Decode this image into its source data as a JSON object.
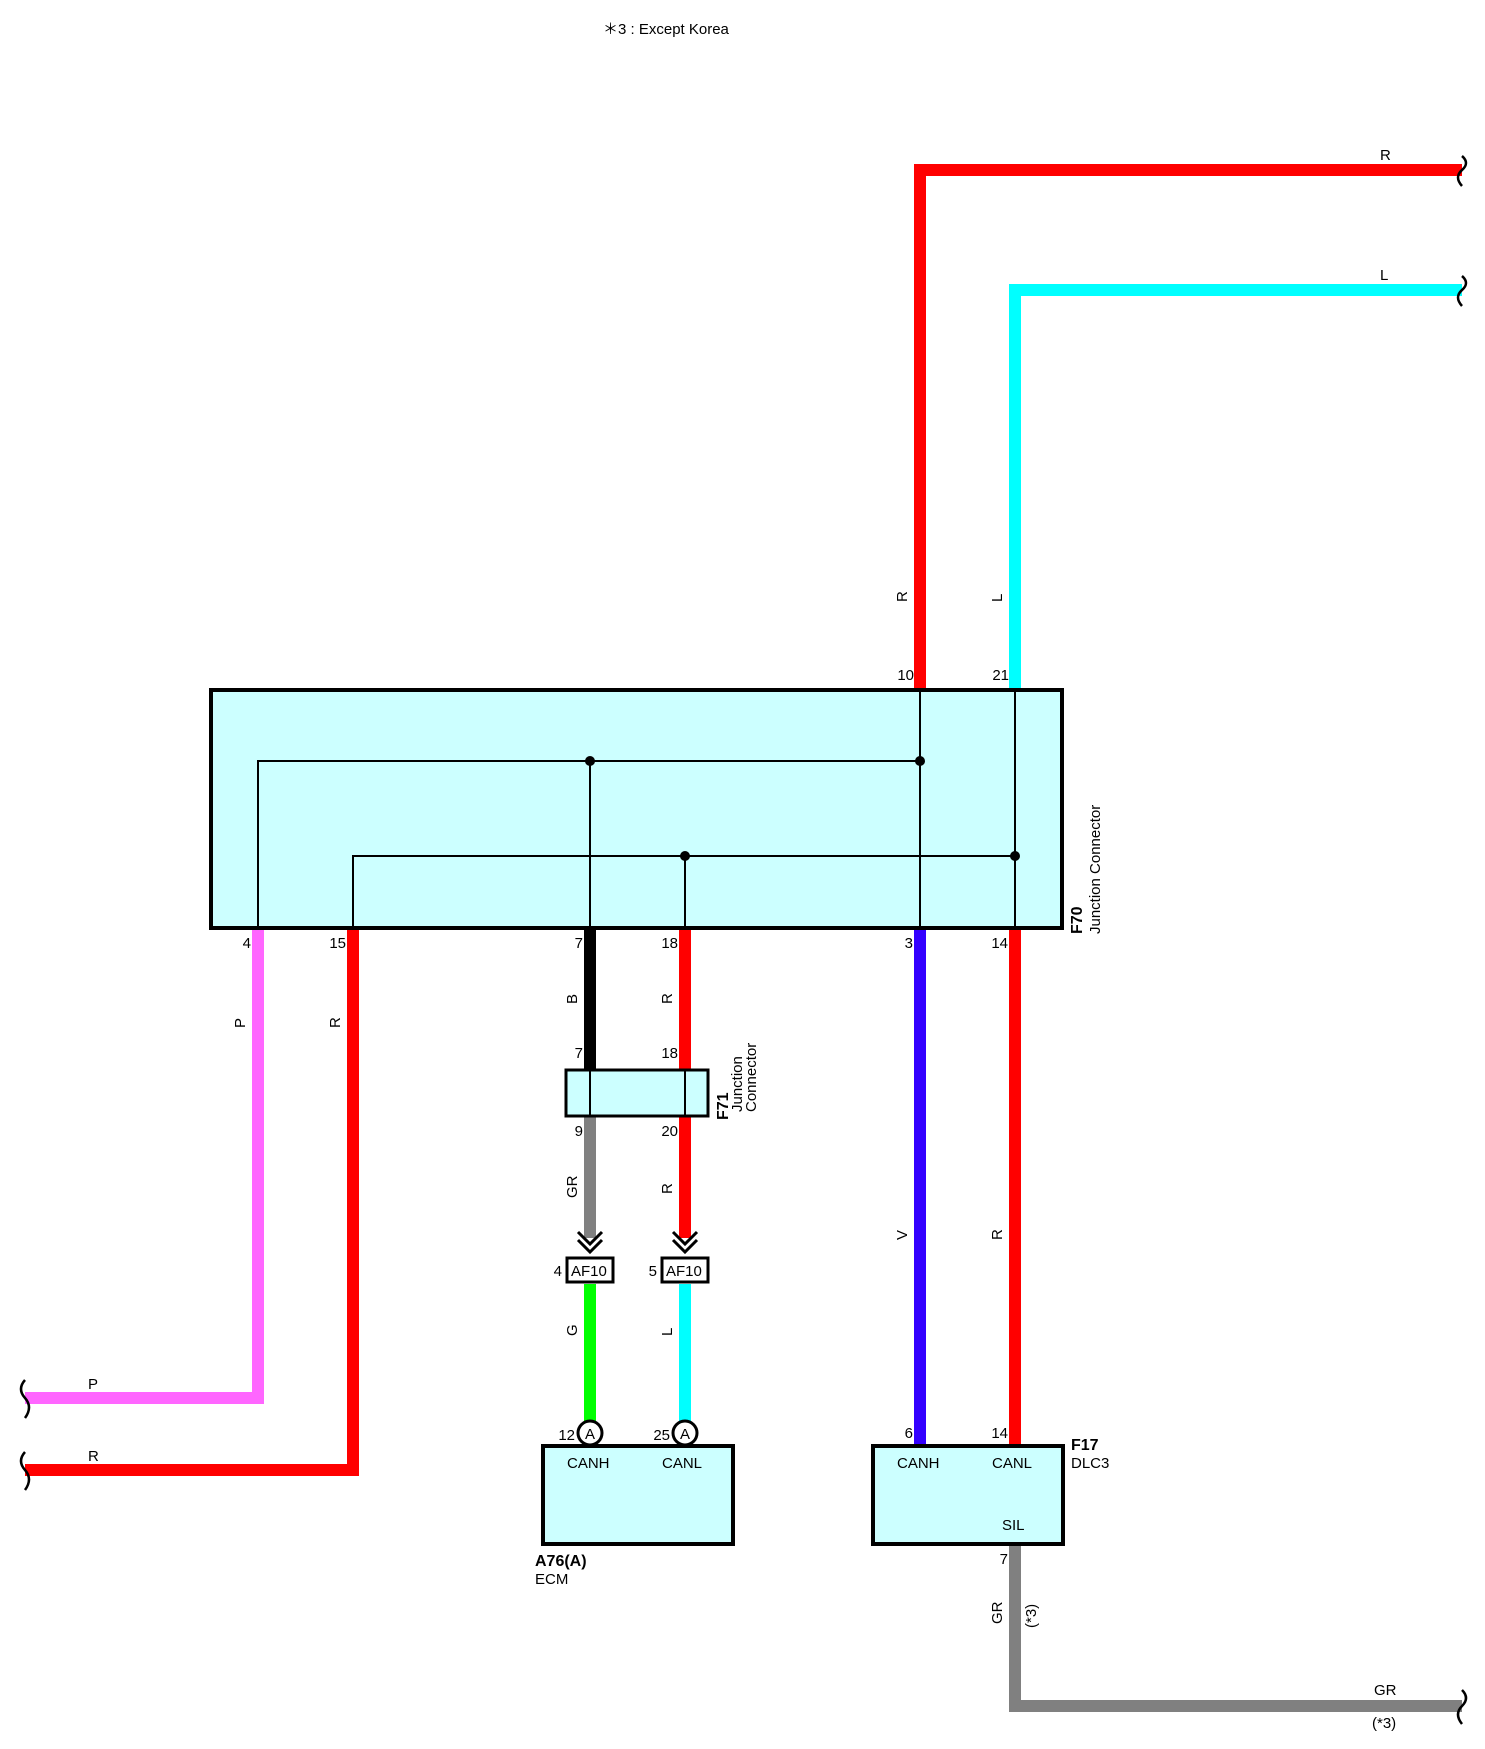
{
  "footnote": "＊3 : Except Korea",
  "colors": {
    "R": "#ff0000",
    "L": "#00ffff",
    "P": "#ff66ff",
    "B": "#000000",
    "GR": "#808080",
    "G": "#00ff00",
    "V": "#3300ff",
    "box_fill": "#ccffff"
  },
  "wires": {
    "top_r": "R",
    "top_l": "L",
    "f70_10": "R",
    "f70_21": "L",
    "f70_4": "P",
    "f70_15": "R",
    "f70_7": "B",
    "f70_18": "R",
    "f70_3": "V",
    "f70_14": "R",
    "f71_9": "GR",
    "f71_20": "R",
    "af10_4": "G",
    "af10_5": "L",
    "left_p": "P",
    "left_r": "R",
    "sil_gr": "GR",
    "sil_note": "(*3)",
    "bottom_gr": "GR",
    "bottom_note": "(*3)"
  },
  "pins": {
    "f70_10": "10",
    "f70_21": "21",
    "f70_4": "4",
    "f70_15": "15",
    "f70_7": "7",
    "f70_18": "18",
    "f70_3": "3",
    "f70_14": "14",
    "f71_7": "7",
    "f71_18": "18",
    "f71_9": "9",
    "f71_20": "20",
    "af10_4": "4",
    "af10_5": "5",
    "ecm_12": "12",
    "ecm_25": "25",
    "dlc3_6": "6",
    "dlc3_14": "14",
    "dlc3_7": "7"
  },
  "f70": {
    "code": "F70",
    "name": "Junction Connector"
  },
  "f71": {
    "code": "F71",
    "name_line1": "Junction",
    "name_line2": "Connector"
  },
  "af10": {
    "code": "AF10"
  },
  "ecm": {
    "code": "A76(A)",
    "name": "ECM",
    "canh": "CANH",
    "canl": "CANL",
    "marker": "A"
  },
  "dlc3": {
    "code": "F17",
    "name": "DLC3",
    "canh": "CANH",
    "canl": "CANL",
    "sil": "SIL"
  }
}
